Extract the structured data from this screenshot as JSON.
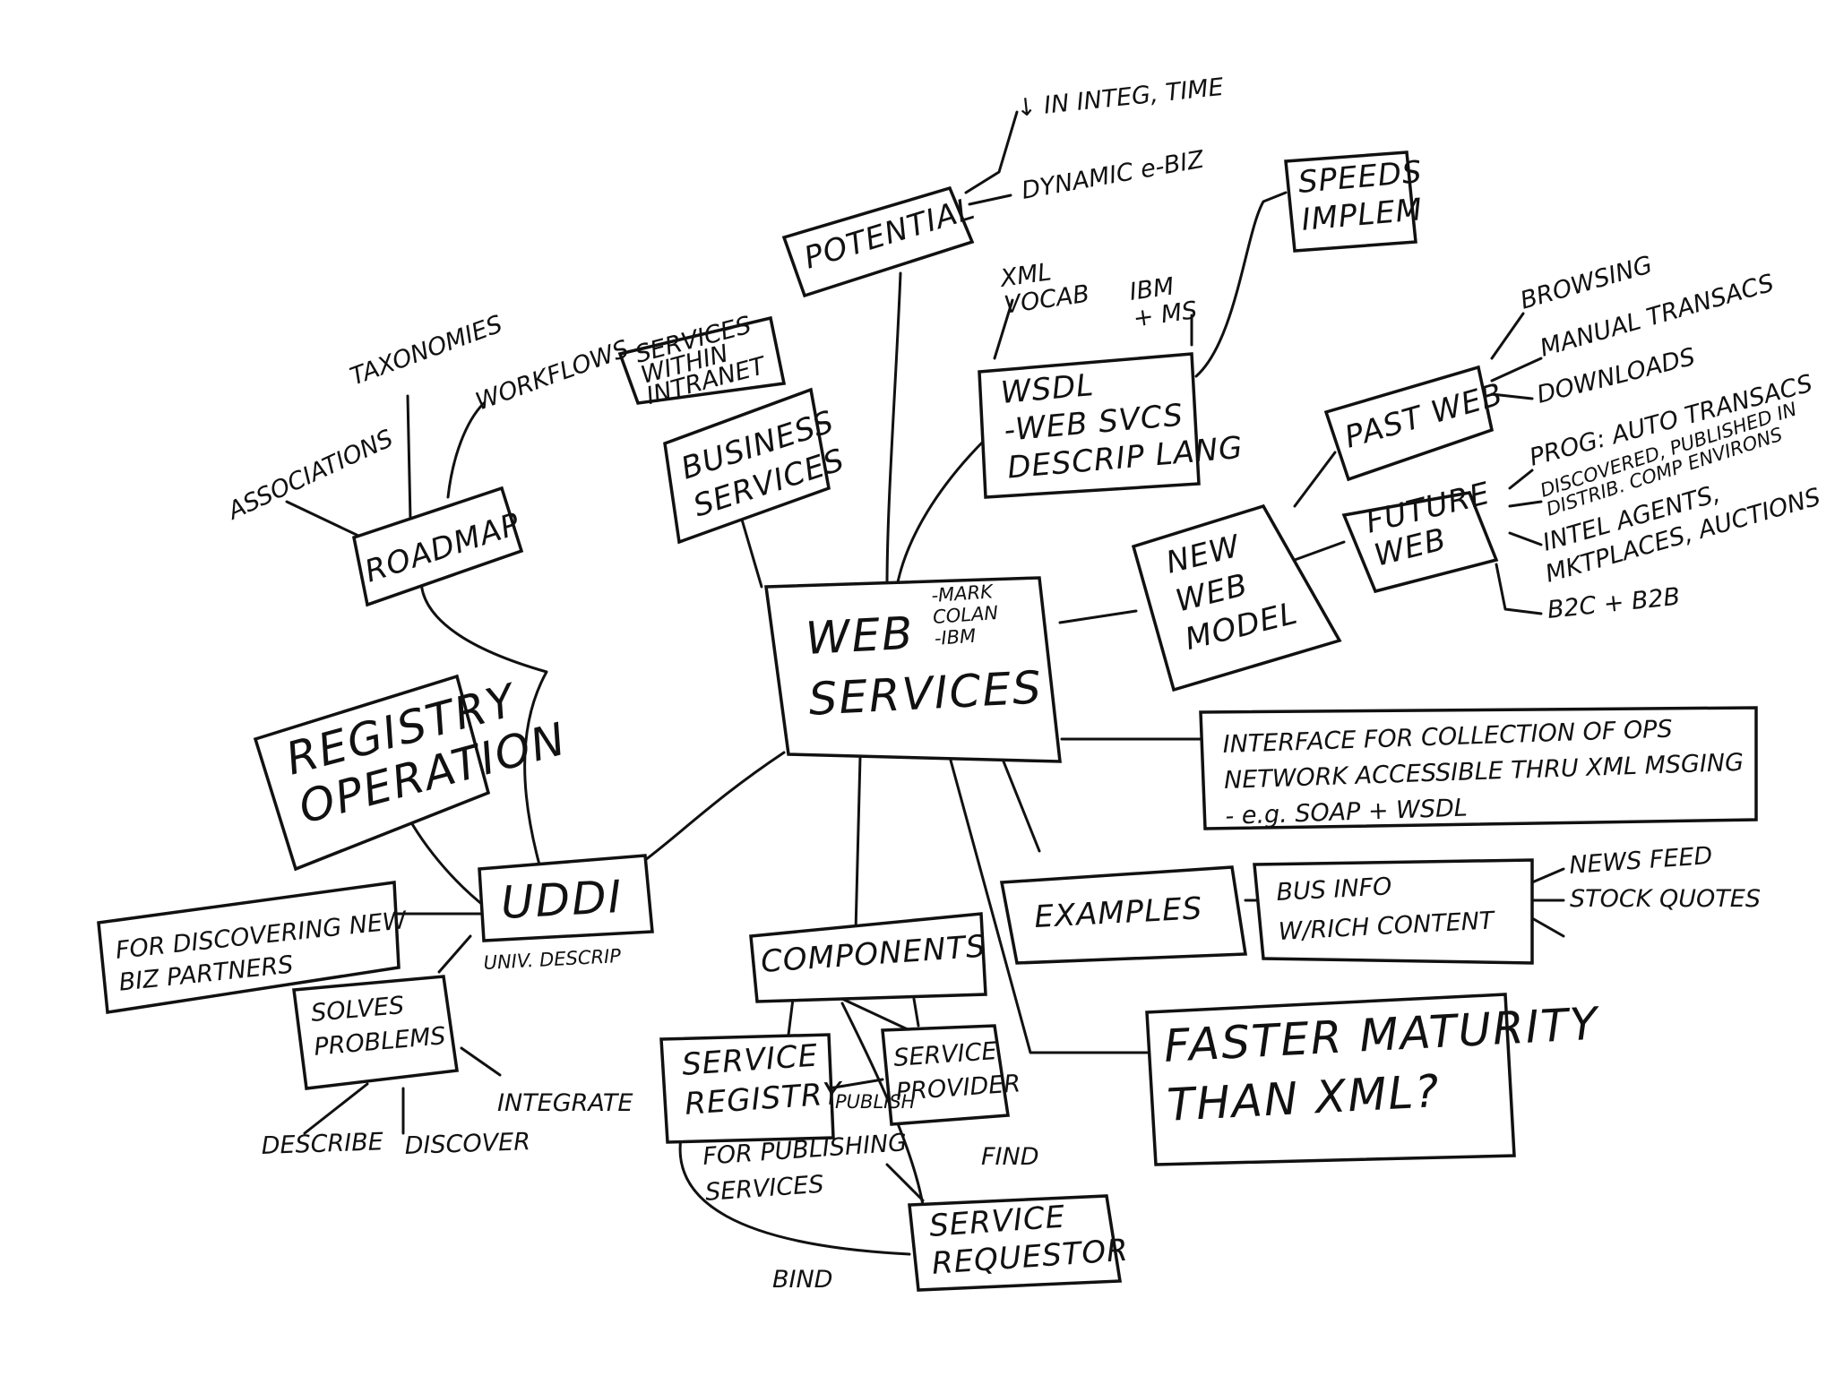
{
  "nodes": {
    "web_services": {
      "lines": [
        "WEB",
        "SERVICES"
      ]
    },
    "mark_colan": {
      "lines": [
        "-MARK",
        "COLAN",
        "-IBM"
      ]
    },
    "potential": {
      "lines": [
        "POTENTIAL"
      ]
    },
    "integ_time": {
      "lines": [
        "↓ IN INTEG, TIME"
      ]
    },
    "dynamic_ebiz": {
      "lines": [
        "DYNAMIC e-BIZ"
      ]
    },
    "speeds_implem": {
      "lines": [
        "SPEEDS",
        "IMPLEM"
      ]
    },
    "xml_vocab": {
      "lines": [
        "XML",
        "VOCAB"
      ]
    },
    "ibm_ms": {
      "lines": [
        "IBM",
        "+ MS"
      ]
    },
    "wsdl": {
      "lines": [
        "WSDL",
        "-WEB SVCS",
        "DESCRIP LANG"
      ]
    },
    "services_within_intranet": {
      "lines": [
        "SERVICES",
        "WITHIN",
        "INTRANET"
      ]
    },
    "business_services": {
      "lines": [
        "BUSINESS",
        "SERVICES"
      ]
    },
    "new_web_model": {
      "lines": [
        "NEW",
        "WEB",
        "MODEL"
      ]
    },
    "past_web": {
      "lines": [
        "PAST WEB"
      ]
    },
    "browsing": {
      "lines": [
        "BROWSING"
      ]
    },
    "manual_transacs": {
      "lines": [
        "MANUAL TRANSACS"
      ]
    },
    "downloads": {
      "lines": [
        "DOWNLOADS"
      ]
    },
    "future_web": {
      "lines": [
        "FUTURE",
        "WEB"
      ]
    },
    "prog_auto": {
      "lines": [
        "PROG: AUTO TRANSACS"
      ]
    },
    "discovered": {
      "lines": [
        "DISCOVERED, PUBLISHED IN",
        "DISTRIB. COMP ENVIRONS"
      ]
    },
    "intel_agents": {
      "lines": [
        "INTEL AGENTS,"
      ]
    },
    "mktplaces": {
      "lines": [
        "MKTPLACES, AUCTIONS"
      ]
    },
    "b2c_b2b": {
      "lines": [
        "B2C + B2B"
      ]
    },
    "interface": {
      "lines": [
        "INTERFACE FOR COLLECTION OF OPS",
        "NETWORK ACCESSIBLE THRU XML MSGING",
        "- e.g. SOAP + WSDL"
      ]
    },
    "examples": {
      "lines": [
        "EXAMPLES"
      ]
    },
    "bus_info": {
      "lines": [
        "BUS INFO",
        "W/RICH CONTENT"
      ]
    },
    "news_feed": {
      "lines": [
        "NEWS FEED"
      ]
    },
    "stock_quotes": {
      "lines": [
        "STOCK QUOTES"
      ]
    },
    "faster_maturity": {
      "lines": [
        "FASTER MATURITY",
        "THAN XML?"
      ]
    },
    "components": {
      "lines": [
        "COMPONENTS"
      ]
    },
    "service_registry": {
      "lines": [
        "SERVICE",
        "REGISTRY"
      ]
    },
    "publish": {
      "lines": [
        "PUBLISH"
      ]
    },
    "service_provider": {
      "lines": [
        "SERVICE",
        "PROVIDER"
      ]
    },
    "find": {
      "lines": [
        "FIND"
      ]
    },
    "for_publishing": {
      "lines": [
        "FOR PUBLISHING",
        "SERVICES"
      ]
    },
    "service_requestor": {
      "lines": [
        "SERVICE",
        "REQUESTOR"
      ]
    },
    "bind": {
      "lines": [
        "BIND"
      ]
    },
    "uddi": {
      "lines": [
        "UDDI"
      ]
    },
    "univ_descrip": {
      "lines": [
        "UNIV. DESCRIP"
      ]
    },
    "registry_operation": {
      "lines": [
        "REGISTRY",
        "OPERATION"
      ]
    },
    "roadmap": {
      "lines": [
        "ROADMAP"
      ]
    },
    "taxonomies": {
      "lines": [
        "TAXONOMIES"
      ]
    },
    "workflows": {
      "lines": [
        "WORKFLOWS"
      ]
    },
    "associations": {
      "lines": [
        "ASSOCIATIONS"
      ]
    },
    "for_discovering": {
      "lines": [
        "FOR DISCOVERING NEW",
        "BIZ PARTNERS"
      ]
    },
    "solves_problems": {
      "lines": [
        "SOLVES",
        "PROBLEMS"
      ]
    },
    "describe": {
      "lines": [
        "DESCRIBE"
      ]
    },
    "discover": {
      "lines": [
        "DISCOVER"
      ]
    },
    "integrate": {
      "lines": [
        "INTEGRATE"
      ]
    }
  }
}
